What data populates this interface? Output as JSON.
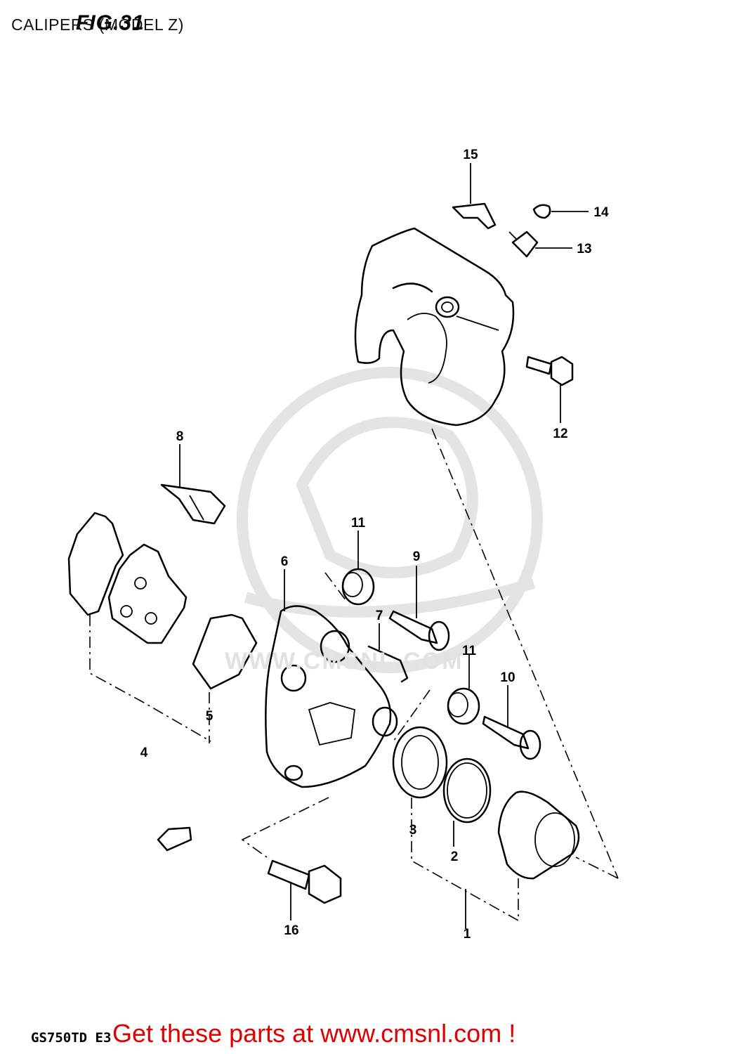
{
  "header": {
    "title": "CALIPERS (MODEL Z)",
    "fig_label": "FIG.31"
  },
  "footer": {
    "model": "GS750TD E3",
    "banner": "Get these parts at www.cmsnl.com !"
  },
  "watermark": {
    "text": "WWW.CMSNL.COM"
  },
  "callouts": [
    "1",
    "2",
    "3",
    "4",
    "5",
    "6",
    "7",
    "8",
    "9",
    "10",
    "11",
    "11",
    "12",
    "13",
    "14",
    "15",
    "16"
  ],
  "colors": {
    "banner": "#e00000",
    "line": "#000000",
    "watermark": "#e2e2e2"
  }
}
